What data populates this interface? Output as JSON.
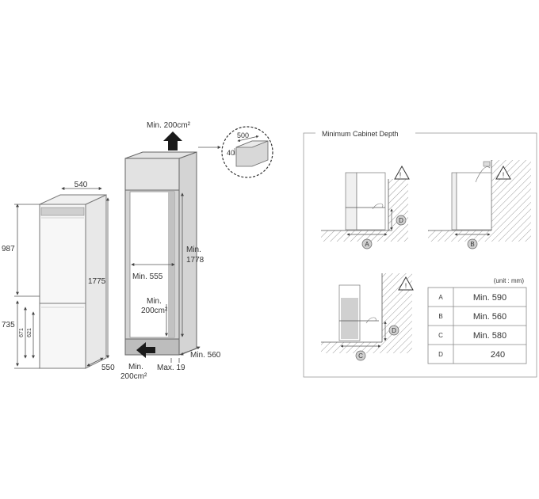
{
  "fridge_dims": {
    "width_top": "540",
    "height_upper": "987",
    "height_total": "1775",
    "height_lower": "735",
    "lower_a": "671",
    "lower_b": "621",
    "depth": "550"
  },
  "cabinet": {
    "top_vent": "Min. 200cm²",
    "inner_width": "Min. 555",
    "inner_height_label": "Min.",
    "inner_height": "1778",
    "inner_vent_label": "Min.",
    "inner_vent": "200cm²",
    "bottom_vent_label": "Min.",
    "bottom_vent": "200cm²",
    "max_gap": "Max. 19",
    "depth": "Min. 560",
    "detail_a": "500",
    "detail_b": "40"
  },
  "depth_section": {
    "title": "Minimum Cabinet Depth",
    "unit": "(unit : mm)",
    "markers": [
      "A",
      "B",
      "C",
      "D"
    ],
    "rows": [
      {
        "key": "A",
        "value": "Min. 590"
      },
      {
        "key": "B",
        "value": "Min. 560"
      },
      {
        "key": "C",
        "value": "Min. 580"
      },
      {
        "key": "D",
        "value": "240"
      }
    ]
  },
  "colors": {
    "line": "#555555",
    "cabinet_fill": "#d4d4d4",
    "cavity_fill": "#ffffff",
    "arrow": "#1a1a1a",
    "hatch": "#9a9a9a",
    "accent_gray": "#c0c0c0"
  }
}
